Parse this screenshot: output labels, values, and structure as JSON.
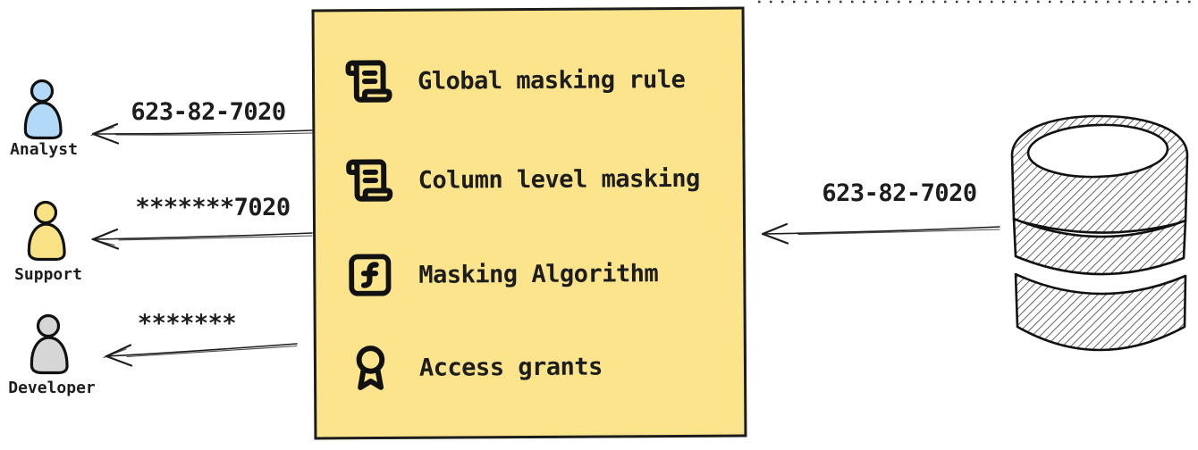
{
  "masking_box": {
    "fill": "#fbe48c",
    "border": "#1c1c1c",
    "items": [
      {
        "icon": "scroll-text",
        "label": "Global masking rule"
      },
      {
        "icon": "scroll-text",
        "label": "Column level masking"
      },
      {
        "icon": "function-square",
        "label": "Masking Algorithm"
      },
      {
        "icon": "award",
        "label": "Access grants"
      }
    ]
  },
  "consumers": [
    {
      "name": "Analyst",
      "received_value": "623-82-7020",
      "color": "#b3d9f8"
    },
    {
      "name": "Support",
      "received_value": "*******7020",
      "color": "#f9e286"
    },
    {
      "name": "Developer",
      "received_value": "*******",
      "color": "#d6d6d6"
    }
  ],
  "source": {
    "name": "database",
    "sent_value": "623-82-7020"
  },
  "colors": {
    "ink": "#1e1e1e",
    "hatch": "#4a4a4a",
    "background": "#ffffff"
  }
}
